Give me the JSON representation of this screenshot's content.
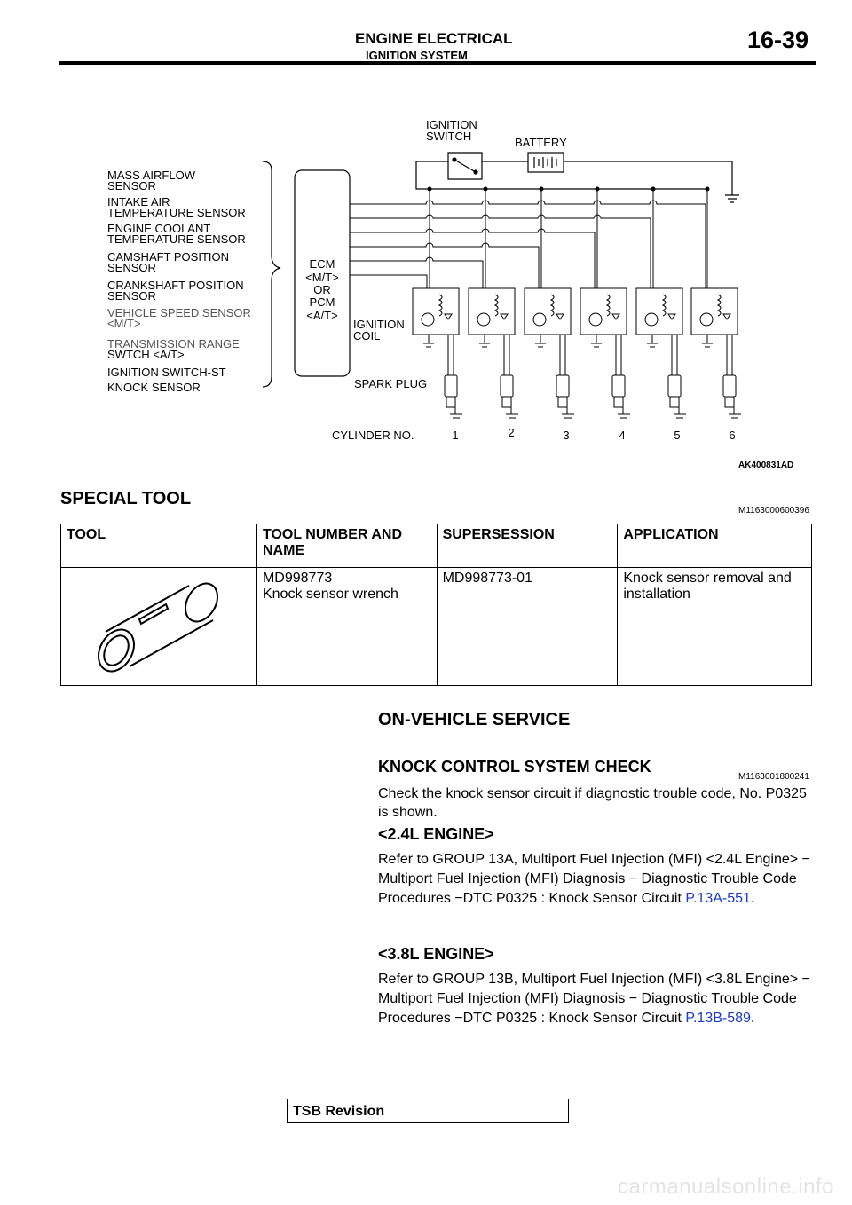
{
  "header": {
    "section": "ENGINE ELECTRICAL",
    "subsection": "IGNITION SYSTEM",
    "page": "16-39"
  },
  "diagram": {
    "inputs": [
      [
        "MASS AIRFLOW",
        "SENSOR"
      ],
      [
        "INTAKE AIR",
        "TEMPERATURE SENSOR"
      ],
      [
        "ENGINE COOLANT",
        "TEMPERATURE SENSOR"
      ],
      [
        "CAMSHAFT POSITION",
        "SENSOR"
      ],
      [
        "CRANKSHAFT POSITION",
        "SENSOR"
      ],
      [
        "VEHICLE SPEED SENSOR",
        "<M/T>"
      ],
      [
        "TRANSMISSION RANGE",
        "SWTCH <A/T>"
      ],
      [
        "IGNITION SWITCH-ST"
      ],
      [
        "KNOCK SENSOR"
      ]
    ],
    "ecm_lines": [
      "ECM",
      "<M/T>",
      "OR",
      "PCM",
      "<A/T>"
    ],
    "ignition_switch": [
      "IGNITION",
      "SWITCH"
    ],
    "battery": "BATTERY",
    "ignition_coil": [
      "IGNITION",
      "COIL"
    ],
    "spark_plug": "SPARK PLUG",
    "cylinder_label": "CYLINDER NO.",
    "cylinders": [
      "1",
      "2",
      "3",
      "4",
      "5",
      "6"
    ],
    "figure_id": "AK400831AD",
    "colors": {
      "muted_label": "#555555",
      "line": "#000000"
    }
  },
  "special_tool": {
    "title": "SPECIAL TOOL",
    "ref": "M1163000600396",
    "headers": [
      "TOOL",
      "TOOL NUMBER AND NAME",
      "SUPERSESSION",
      "APPLICATION"
    ],
    "rows": [
      {
        "tool_icon": "socket-wrench-icon",
        "number": "MD998773",
        "name": "Knock sensor wrench",
        "supersession": "MD998773-01",
        "application": "Knock sensor removal and installation"
      }
    ]
  },
  "service": {
    "title": "ON-VEHICLE SERVICE",
    "knock_title": "KNOCK CONTROL SYSTEM CHECK",
    "knock_ref": "M1163001800241",
    "intro": "Check the knock sensor circuit if diagnostic trouble code, No. P0325 is shown.",
    "engines": [
      {
        "heading": "<2.4L ENGINE>",
        "text": "Refer to GROUP 13A, Multiport Fuel Injection (MFI) <2.4L Engine> − Multiport Fuel Injection (MFI) Diagnosis − Diagnostic Trouble Code Procedures −DTC P0325 : Knock Sensor Circuit ",
        "link": "P.13A-551",
        "end": "."
      },
      {
        "heading": "<3.8L ENGINE>",
        "text": "Refer to GROUP 13B, Multiport Fuel Injection (MFI) <3.8L Engine> − Multiport Fuel Injection (MFI) Diagnosis − Diagnostic Trouble Code Procedures −DTC P0325 : Knock Sensor Circuit ",
        "link": "P.13B-589",
        "end": "."
      }
    ]
  },
  "footer": {
    "tsb": "TSB Revision"
  },
  "watermark": "carmanualsonline.info"
}
